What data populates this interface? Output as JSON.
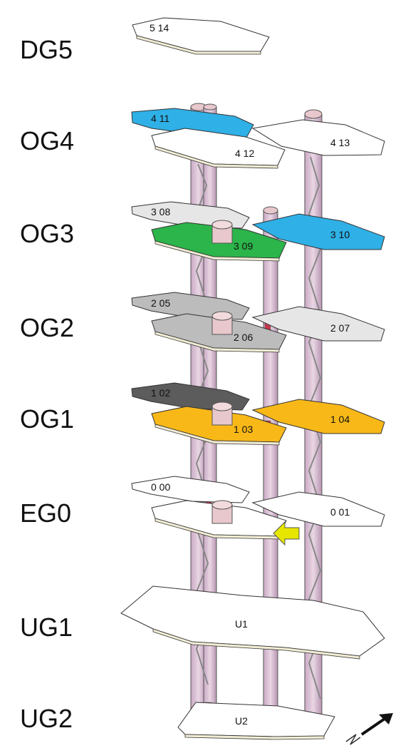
{
  "levels": [
    "DG5",
    "OG4",
    "OG3",
    "OG2",
    "OG1",
    "EG0",
    "UG1",
    "UG2"
  ],
  "rooms": {
    "r514": "5 14",
    "r411": "4 11",
    "r412": "4 12",
    "r413": "4 13",
    "r308": "3 08",
    "r309": "3 09",
    "r310": "3 10",
    "r205": "2 05",
    "r206": "2 06",
    "r207": "2 07",
    "r102": "1 02",
    "r103": "1 03",
    "r104": "1 04",
    "r000": "0 00",
    "r001": "0 01",
    "u1": "U1",
    "u2": "U2"
  },
  "colors": {
    "blue": "#2fb0e6",
    "green": "#2bb54a",
    "yellow": "#f8b818",
    "grey": "#bcbcbc",
    "dark_grey": "#5c5c5c",
    "light_grey": "#e6e6e6",
    "white": "#ffffff",
    "pillar": "#d9bfd4",
    "pillar_top": "#e8c8cc",
    "elevator_red": "#c8374d",
    "entrance_arrow": "#e6e600"
  },
  "icons": {
    "north": "north-arrow-icon",
    "entrance": "entrance-arrow-icon"
  }
}
